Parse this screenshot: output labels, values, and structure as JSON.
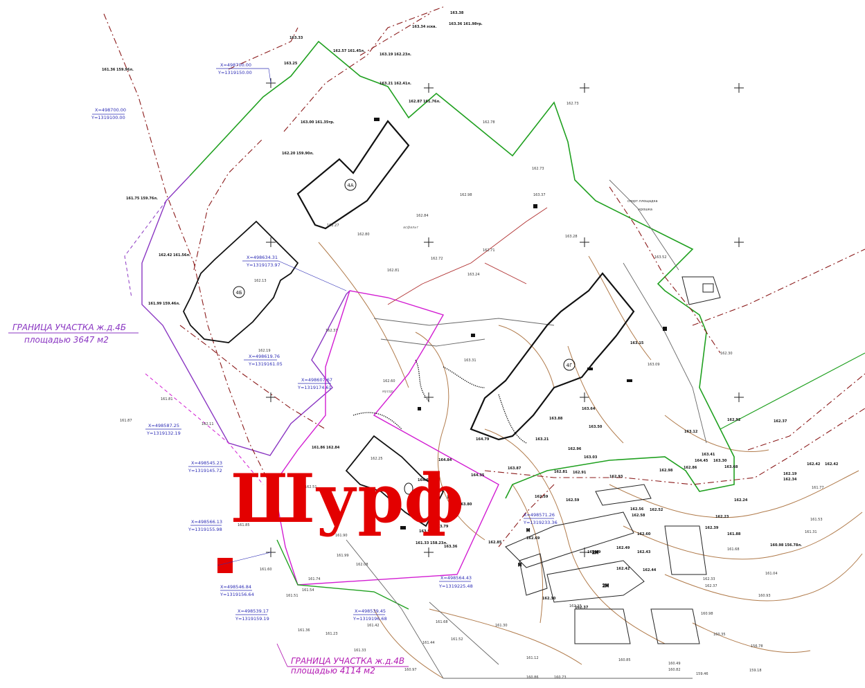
{
  "main_title": "Шурф",
  "plot_boundary_b": {
    "title": "ГРАНИЦА  УЧАСТКА  ж.д.4Б",
    "area": "площадью 3647 м2"
  },
  "plot_boundary_v": {
    "title": "ГРАНИЦА  УЧАСТКА  ж.д.4В",
    "area": "площадью 4114 м2"
  },
  "buildings": {
    "b4a": "4А",
    "b4b": "4Б",
    "b4g": "4Г"
  },
  "coordinates": [
    {
      "x": "X=498700.00",
      "y": "Y=1319150.00"
    },
    {
      "x": "X=498700.00",
      "y": "Y=1319100.00"
    },
    {
      "x": "X=498634.31",
      "y": "Y=1319173.97"
    },
    {
      "x": "X=498619.76",
      "y": "Y=1319161.05"
    },
    {
      "x": "X=498607.67",
      "y": "Y=1319174.61"
    },
    {
      "x": "X=498587.25",
      "y": "Y=1319132.19"
    },
    {
      "x": "X=498545.23",
      "y": "Y=1319145.72"
    },
    {
      "x": "X=498566.13",
      "y": "Y=1319155.98"
    },
    {
      "x": "X=498546.84",
      "y": "Y=1319156.64"
    },
    {
      "x": "X=498539.17",
      "y": "Y=1319159.19"
    },
    {
      "x": "X=498539.45",
      "y": "Y=1319196.68"
    },
    {
      "x": "X=498564.43",
      "y": "Y=1319225.48"
    },
    {
      "x": "X=498571.26",
      "y": "Y=1319233.36"
    }
  ],
  "elevations": {
    "e1": "161.36 159.96л.",
    "e2": "161.75 159.76л.",
    "e3": "163.33",
    "e4": "163.38",
    "e5": "163.34 зскв.",
    "e6": "163.36 161.98тр.",
    "e7": "163.25",
    "e8": "162.57 161.45л.",
    "e9": "163.19 162.23л.",
    "e10": "163.21 162.41л.",
    "e11": "162.87 161.76л.",
    "e12": "163.00 161.35тр.",
    "e13": "162.73",
    "e14": "162.78",
    "e15": "162.20 159.90л.",
    "e16": "162.98",
    "e17": "162.84",
    "e18": "162.73",
    "e19": "163.37",
    "e20": "162.80",
    "e21": "162.71",
    "e22": "162.72",
    "e23": "162.81",
    "e24": "163.24",
    "e25": "163.28",
    "e26": "163.31",
    "e27": "163.15",
    "e28": "163.12",
    "e29": "163.09",
    "e30": "163.52",
    "e31": "162.92",
    "e32": "162.37",
    "e33": "162.30",
    "e34": "162.42",
    "e35": "161.99 159.46л.",
    "e36": "162.42 161.56л.",
    "e37": "162.13",
    "e38": "162.19",
    "e39": "162.37",
    "e40": "162.60",
    "e41": "163.88",
    "e42": "163.64",
    "e43": "163.50",
    "e44": "163.21",
    "e45": "164.79",
    "e46": "162.96",
    "e47": "163.03",
    "e48": "163.87",
    "e49": "162.81",
    "e50": "162.91",
    "e51": "162.93",
    "e52": "162.98",
    "e53": "162.86",
    "e54": "163.41",
    "e55": "164.45",
    "e56": "163.30",
    "e57": "163.68",
    "e58": "162.58",
    "e59": "162.52",
    "e60": "162.56",
    "e61": "162.59",
    "e62": "162.85",
    "e63": "162.69",
    "e64": "162.60",
    "e65": "162.43",
    "e66": "162.49",
    "e67": "162.42",
    "e68": "162.44",
    "e69": "162.49",
    "e70": "162.30",
    "e71": "162.37",
    "e72": "164.84",
    "e73": "164.69",
    "e74": "164.35",
    "e75": "164.14",
    "e76": "163.80",
    "e77": "163.79",
    "e78": "163.91",
    "e79": "163.36",
    "e80": "161.86 162.84",
    "e81": "161.33 158.23л.",
    "e82": "161.99",
    "e83": "162.08",
    "e84": "161.74",
    "e85": "161.54",
    "e86": "161.60",
    "e87": "161.51",
    "e88": "161.36",
    "e89": "161.23",
    "e90": "161.33",
    "e91": "160.97",
    "e92": "161.30",
    "e93": "161.12",
    "e94": "160.86",
    "e95": "160.85",
    "e96": "160.73",
    "e97": "160.49",
    "e98": "160.82",
    "e99": "159.46",
    "e100": "159.18",
    "e101": "156.78",
    "e102": "161.77",
    "e103": "161.53",
    "e104": "161.31",
    "e105": "160.98 156.78л.",
    "e106": "161.04",
    "e107": "160.93",
    "e108": "162.34",
    "e109": "162.19",
    "e110": "162.42",
    "e111": "162.24",
    "e112": "162.23",
    "e113": "162.39",
    "e114": "161.88",
    "e115": "161.68",
    "e116": "160.98",
    "e117": "160.35",
    "e118": "162.51",
    "e119": "161.85",
    "e120": "161.81",
    "e121": "161.87",
    "e122": "162.11",
    "e123": "161.90",
    "e124": "161.42",
    "e125": "161.52",
    "e126": "161.44",
    "e127": "161.68",
    "e128": "162.27",
    "e129": "162.25",
    "e130": "162.33",
    "e131": "162.37",
    "e132": "162.27",
    "e133": "162.59"
  },
  "misc_labels": {
    "sport": "спорт.площадка",
    "kroshka": "крошка",
    "asphalt": "асфальт",
    "trash": "мусор",
    "gm": "2М",
    "m": "М"
  },
  "colors": {
    "green_boundary": "#1fa01f",
    "purple_boundary": "#8a36c2",
    "magenta_boundary": "#d21cd2",
    "sewer": "#8b1a1a",
    "contour": "#b07a4a",
    "building": "#111111",
    "coord_text": "#2b2bb5",
    "title_red": "#e30000"
  }
}
